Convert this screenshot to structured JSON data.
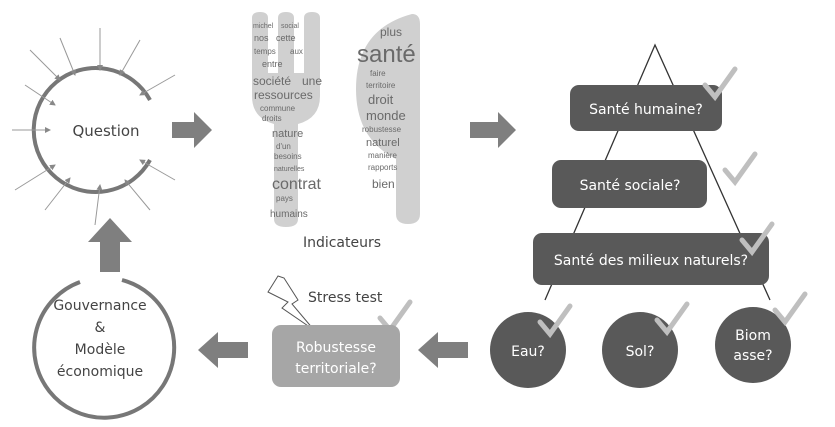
{
  "question": {
    "label": "Question"
  },
  "indicators": {
    "label": "Indicateurs",
    "fork_words": [
      "michel",
      "social",
      "nos",
      "cette",
      "temps",
      "aux",
      "entre",
      "société",
      "une",
      "ressources",
      "commune",
      "droits",
      "nature",
      "d'un",
      "besoins",
      "naturelles",
      "contrat",
      "pays",
      "humains"
    ],
    "knife_words": [
      "plus",
      "santé",
      "faire",
      "territoire",
      "droit",
      "monde",
      "robustesse",
      "naturel",
      "manière",
      "rapports",
      "bien"
    ]
  },
  "pyramid": {
    "levels": [
      "Santé humaine?",
      "Santé sociale?",
      "Santé des milieux naturels?"
    ],
    "bases": [
      [
        "Eau?"
      ],
      [
        "Sol?"
      ],
      [
        "Biom",
        "asse?"
      ]
    ]
  },
  "stress": {
    "label": "Stress test",
    "box_lines": [
      "Robustesse",
      "territoriale?"
    ]
  },
  "governance": {
    "lines": [
      "Gouvernance",
      "&",
      "Modèle",
      "économique"
    ]
  },
  "colors": {
    "dark_box": "#595959",
    "light_box": "#a6a6a6",
    "arrow": "#7f7f7f",
    "check": "#bfbfbf"
  }
}
